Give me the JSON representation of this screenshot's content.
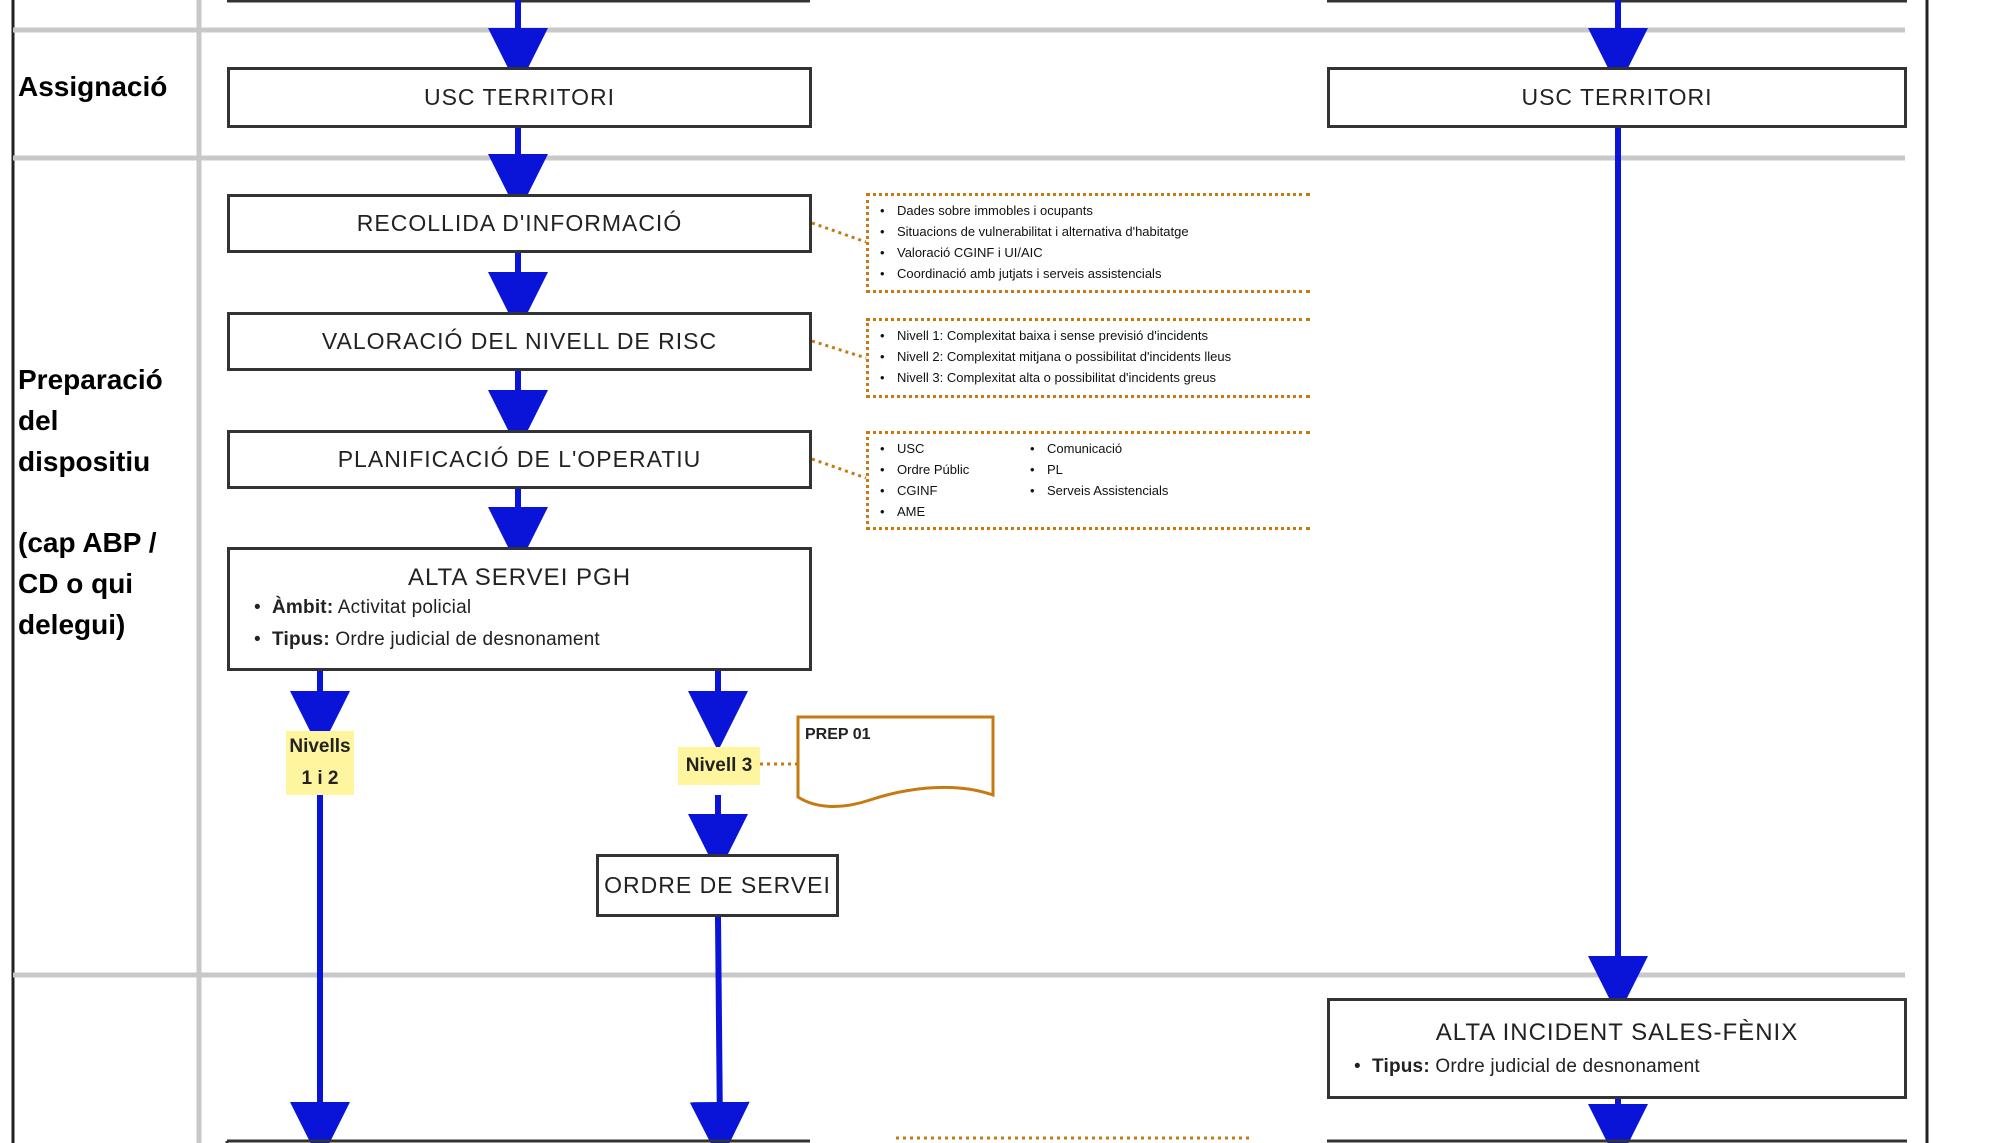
{
  "lanes": {
    "assignacio": "Assignació",
    "preparacio": [
      "Preparació",
      "del",
      "dispositiu"
    ],
    "responsable": [
      "(cap ABP /",
      "CD o qui",
      "delegui)"
    ]
  },
  "boxes": {
    "usc_left": "USC TERRITORI",
    "usc_right": "USC TERRITORI",
    "recollida": "RECOLLIDA D'INFORMACIÓ",
    "valoracio": "VALORACIÓ DEL NIVELL DE RISC",
    "planificacio": "PLANIFICACIÓ DE L'OPERATIU",
    "alta_servei": {
      "title": "ALTA SERVEI PGH",
      "ambit_label": "Àmbit:",
      "ambit_value": " Activitat policial",
      "tipus_label": "Tipus:",
      "tipus_value": " Ordre judicial de desnonament"
    },
    "ordre_servei": "ORDRE DE SERVEI",
    "alta_incident": {
      "title": "ALTA INCIDENT SALES-FÈNIX",
      "tipus_label": "Tipus:",
      "tipus_value": " Ordre judicial de desnonament"
    }
  },
  "notes": {
    "recollida": [
      "Dades sobre immobles i ocupants",
      "Situacions de vulnerabilitat i alternativa d'habitatge",
      "Valoració CGINF i UI/AIC",
      "Coordinació amb jutjats i serveis assistencials"
    ],
    "valoracio": [
      "Nivell 1: Complexitat baixa i sense previsió d'incidents",
      "Nivell 2: Complexitat mitjana o possibilitat d'incidents lleus",
      "Nivell 3: Complexitat alta o possibilitat d'incidents greus"
    ],
    "planificacio_col1": [
      "USC",
      "Ordre Públic",
      "CGINF",
      "AME"
    ],
    "planificacio_col2": [
      "Comunicació",
      "PL",
      "Serveis Assistencials"
    ]
  },
  "levels": {
    "nivells_12": [
      "Nivells",
      "1 i 2"
    ],
    "nivell_3": "Nivell 3"
  },
  "document": {
    "label": "PREP 01"
  },
  "colors": {
    "arrow": "#0a14d8",
    "note_border": "#c57b12",
    "level_fill": "#fff59e",
    "lane_divider": "#c8c8c8"
  }
}
